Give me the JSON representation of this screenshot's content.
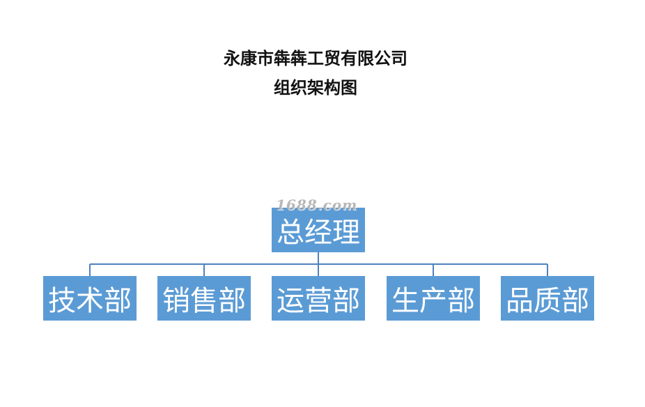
{
  "title": {
    "line1": "永康市犇犇工贸有限公司",
    "line2": "组织架构图"
  },
  "org": {
    "root": "总经理",
    "children": [
      "技术部",
      "销售部",
      "运营部",
      "生产部",
      "品质部"
    ]
  },
  "watermark": "1688.com",
  "colors": {
    "box_fill": "#5b9bd5",
    "box_text": "#ffffff",
    "connector": "#4f81bd",
    "title_text": "#111111"
  }
}
